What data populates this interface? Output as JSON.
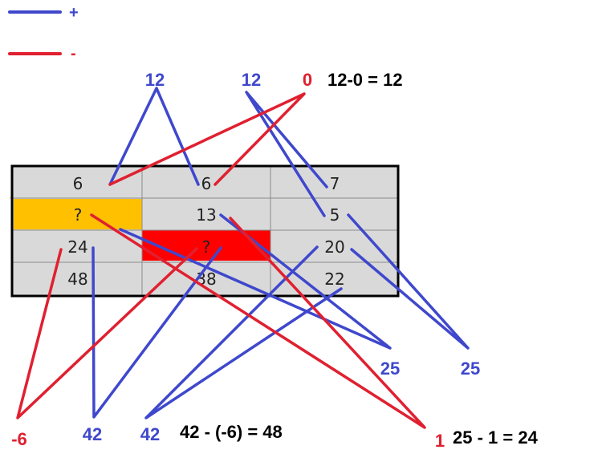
{
  "colors": {
    "plus": "#3f48cc",
    "minus": "#e02030",
    "cell_bg": "#d9d9d9",
    "highlight_orange": "#ffc000",
    "highlight_red": "#ff0000",
    "equation": "#000000"
  },
  "legend": {
    "plus_symbol": "+",
    "minus_symbol": "-"
  },
  "grid": {
    "rows": [
      [
        "6",
        "6",
        "7"
      ],
      [
        "?",
        "13",
        "5"
      ],
      [
        "24",
        "?",
        "20"
      ],
      [
        "48",
        "38",
        "22"
      ]
    ]
  },
  "labels": {
    "top_12_left": "12",
    "top_12_right": "12",
    "top_0": "0",
    "right_25_left": "25",
    "right_25_right": "25",
    "bottom_neg6": "-6",
    "bottom_42_left": "42",
    "bottom_42_right": "42",
    "bottom_1": "1"
  },
  "equations": {
    "top": "12-0 = 12",
    "bottom_left": "42 - (-6) = 48",
    "bottom_right": "25 - 1 = 24"
  }
}
